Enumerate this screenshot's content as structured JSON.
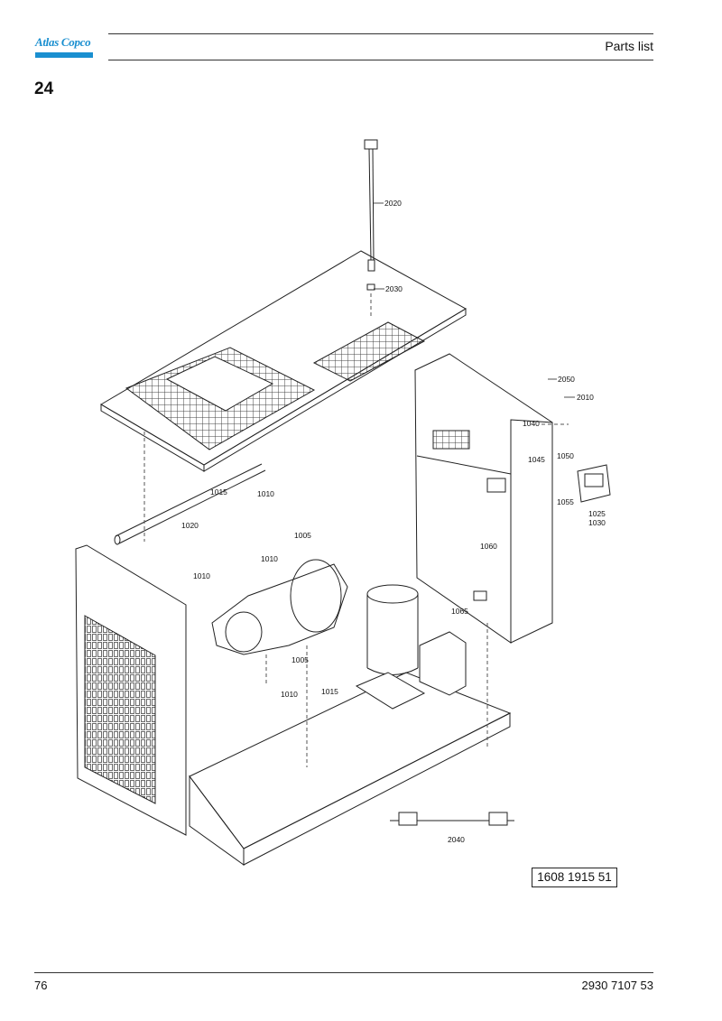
{
  "header": {
    "logo_text": "Atlas Copco",
    "title": "Parts list"
  },
  "section_number": "24",
  "drawing": {
    "callouts": [
      "2020",
      "2030",
      "2050",
      "2010",
      "1040",
      "1045",
      "1050",
      "1055",
      "1025",
      "1030",
      "1015",
      "1010",
      "1020",
      "1005",
      "1010",
      "1010",
      "1060",
      "1065",
      "1005",
      "1015",
      "1010",
      "2040"
    ],
    "reference_number": "1608 1915 51"
  },
  "footer": {
    "page_number": "76",
    "document_number": "2930 7107 53"
  },
  "colors": {
    "brand_blue": "#1a8fd0",
    "line": "#333333"
  }
}
